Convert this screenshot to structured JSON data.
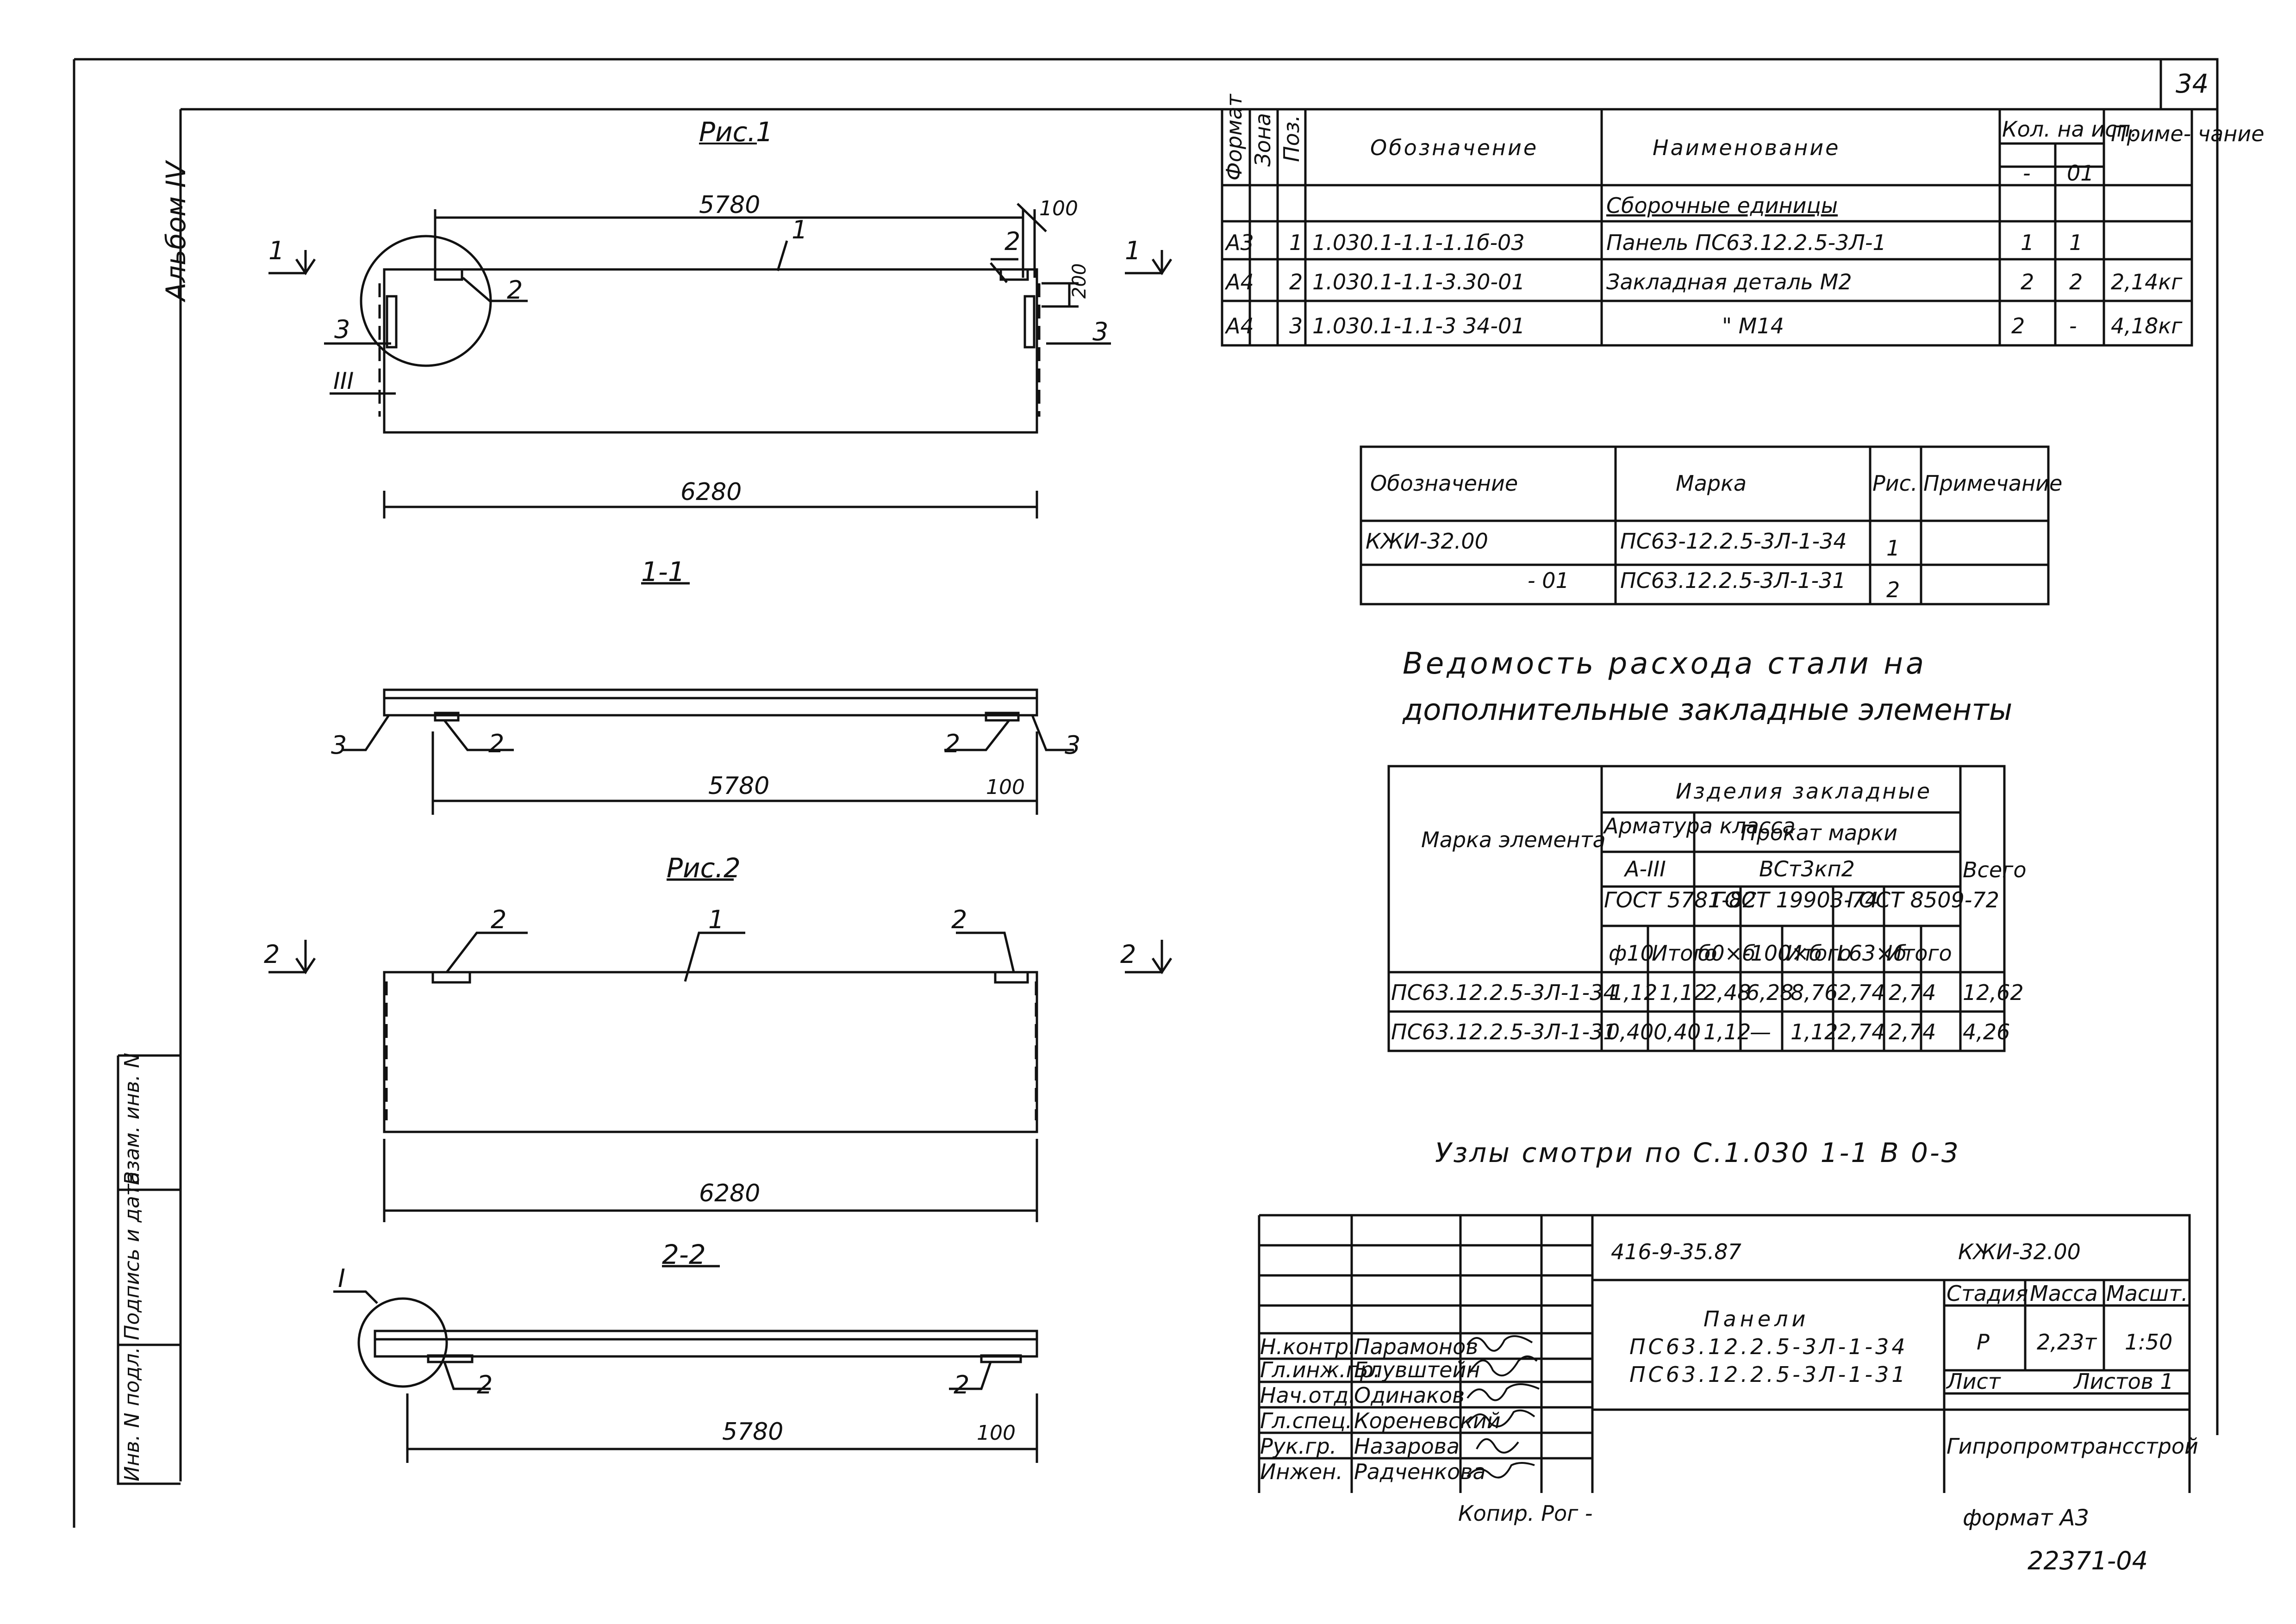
{
  "sheet": {
    "page_number": "34",
    "album": "Альбом IV",
    "format": "формат А3",
    "archive_number": "22371-04",
    "copied": "Копир. Рог -"
  },
  "side_stamps": [
    "Инв. N подл.",
    "Подпись и дата",
    "Взам. инв. N"
  ],
  "drawings": {
    "fig1_title": "Рис.1",
    "fig2_title": "Рис.2",
    "section11_title": "1-1",
    "section22_title": "2-2",
    "dim_5780": "5780",
    "dim_6280": "6280",
    "dim_100": "100",
    "dim_200": "200",
    "label_1": "1",
    "label_2": "2",
    "label_3": "3",
    "label_roman_I": "I",
    "label_roman_III": "III"
  },
  "spec_table": {
    "headers": {
      "format": "Формат",
      "zone": "Зона",
      "pos": "Поз.",
      "designation": "Обозначение",
      "name": "Наименование",
      "qty": "Кол. на исп.",
      "qty_sub_dash": "-",
      "qty_sub_01": "01",
      "note": "Приме- чание"
    },
    "section_title": "Сборочные единицы",
    "rows": [
      {
        "format": "А3",
        "zone": "",
        "pos": "1",
        "designation": "1.030.1-1.1-1.1б-03",
        "name": "Панель ПС63.12.2.5-3Л-1",
        "q1": "1",
        "q2": "1",
        "note": ""
      },
      {
        "format": "А4",
        "zone": "",
        "pos": "2",
        "designation": "1.030.1-1.1-3.30-01",
        "name": "Закладная деталь  М2",
        "q1": "2",
        "q2": "2",
        "note": "2,14кг"
      },
      {
        "format": "А4",
        "zone": "",
        "pos": "3",
        "designation": "1.030.1-1.1-3 34-01",
        "name": "\"      М14",
        "q1": "2",
        "q2": "-",
        "note": "4,18кг"
      }
    ]
  },
  "mark_table": {
    "headers": {
      "designation": "Обозначение",
      "mark": "Марка",
      "fig": "Рис.",
      "note": "Примечание"
    },
    "rows": [
      {
        "designation": "КЖИ-32.00",
        "mark": "ПС63-12.2.5-3Л-1-34",
        "fig": "1",
        "note": ""
      },
      {
        "designation": "- 01",
        "mark": "ПС63.12.2.5-3Л-1-31",
        "fig": "2",
        "note": ""
      }
    ]
  },
  "steel_title": [
    "Ведомость расхода стали на",
    "дополнительные закладные элементы"
  ],
  "steel_table": {
    "h_mark": "Марка элемента",
    "h_products": "Изделия закладные",
    "h_rebar": "Арматура класса",
    "h_rolled": "Прокат марки",
    "h_rebar_class": "А-III",
    "h_rolled_grade": "ВСт3кп2",
    "h_gost1": "ГОСТ 5781-82",
    "h_gost2": "ГОСТ 19903-74",
    "h_gost3": "ГОСТ 8509-72",
    "h_total": "Всего",
    "sub": [
      "ф10",
      "Итого",
      "б0×б",
      "-100×б",
      "Итого",
      "L63×б",
      "Итого"
    ],
    "rows": [
      {
        "mark": "ПС63.12.2.5-3Л-1-34",
        "v": [
          "1,12",
          "1,12",
          "2,48",
          "6,28",
          "8,76",
          "2,74",
          "2,74",
          "12,62"
        ]
      },
      {
        "mark": "ПС63.12.2.5-3Л-1-31",
        "v": [
          "0,40",
          "0,40",
          "1,12",
          "—",
          "1,12",
          "2,74",
          "2,74",
          "4,26"
        ]
      }
    ]
  },
  "nodes_note": "Узлы смотри по С.1.030 1-1 В 0-3",
  "title_block": {
    "doc_code": "416-9-35.87",
    "doc_number": "КЖИ-32.00",
    "title_lines": [
      "Панели",
      "ПС63.12.2.5-3Л-1-34",
      "ПС63.12.2.5-3Л-1-31"
    ],
    "stage_label": "Стадия",
    "mass_label": "Масса",
    "scale_label": "Масшт.",
    "stage": "Р",
    "mass": "2,23т",
    "scale": "1:50",
    "sheet_label": "Лист",
    "sheets_label": "Листов 1",
    "organization": "Гипропромтрансстрой",
    "signatures": [
      {
        "role": "Н.контр.",
        "name": "Парамонов"
      },
      {
        "role": "Гл.инж.пр.",
        "name": "Блувштейн"
      },
      {
        "role": "Нач.отд.",
        "name": "Одинаков"
      },
      {
        "role": "Гл.спец.",
        "name": "Кореневский"
      },
      {
        "role": "Рук.гр.",
        "name": "Назарова"
      },
      {
        "role": "Инжен.",
        "name": "Радченкова"
      }
    ]
  }
}
